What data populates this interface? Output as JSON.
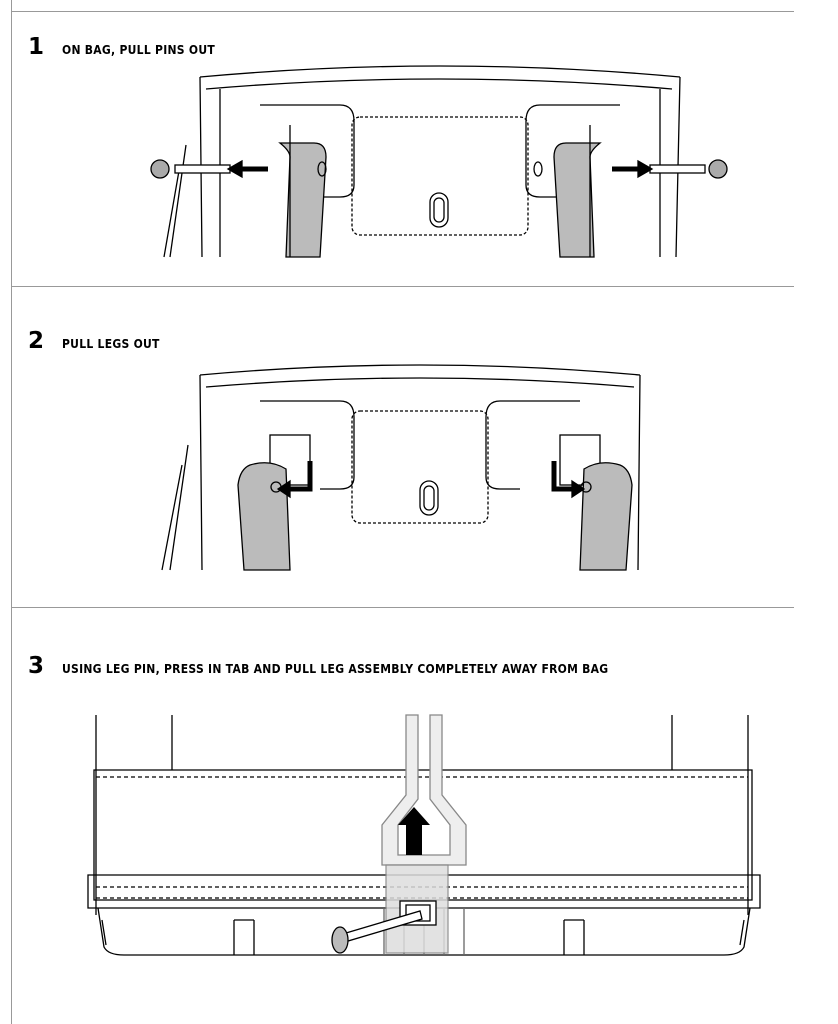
{
  "steps": [
    {
      "number": "1",
      "title": "ON BAG, PULL PINS OUT"
    },
    {
      "number": "2",
      "title": "PULL LEGS OUT"
    },
    {
      "number": "3",
      "title": "USING LEG PIN, PRESS IN TAB AND PULL LEG ASSEMBLY COMPLETELY AWAY FROM BAG"
    }
  ]
}
